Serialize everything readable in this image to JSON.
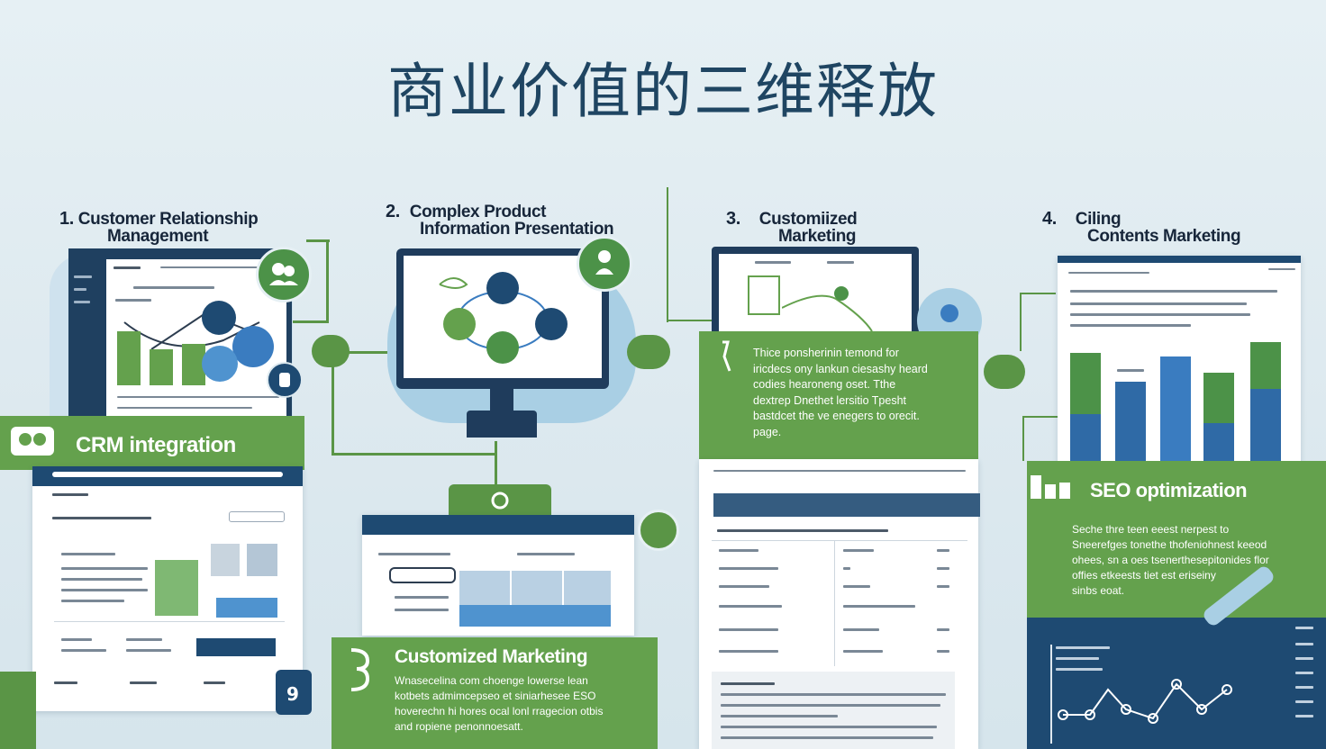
{
  "title": "商业价值的三维释放",
  "steps": [
    {
      "num": "1.",
      "line1": "Customer Relationship",
      "line2": "Management"
    },
    {
      "num": "2.",
      "line1": "Complex Product",
      "line2": "Information Presentation"
    },
    {
      "num": "3.",
      "line1": "Customiized",
      "line2": "Marketing"
    },
    {
      "num": "4.",
      "line1": "Ciling",
      "line2": "Contents Marketing"
    }
  ],
  "banners": {
    "crm": "CRM integration",
    "customized": "Customized Marketing",
    "seo": "SEO optimization"
  },
  "paragraphs": {
    "p3": [
      "Thice ponsherinin temond for",
      "iricdecs ony lankun ciesashy heard",
      "codies hearoneng oset. Tthe",
      "dextrep Dnethet lersitio Tpesht",
      "bastdcet the ve enegers to orecit.",
      "page."
    ],
    "customized": [
      "Wnasecelina com choenge lowerse lean",
      "kotbets admimcepseo et siniarhesee ESO",
      "hoverechn hi hores ocal lonl rragecion otbis",
      "and ropiene penonnoesatt."
    ],
    "seo": [
      "Seche thre teen eeest nerpest to",
      "Sneerefges tonethe thofeniohnest keeod",
      "ohees, sn a oes tsenerthesepitonides flor",
      "offies etkeests tiet est eriseiny",
      "sinbs eoat."
    ]
  },
  "colors": {
    "green": "#64a14d",
    "navy": "#1e4a72",
    "blue": "#3a7cc0",
    "title": "#1f4562"
  },
  "icons": [
    "people-icon",
    "person-icon",
    "tag-icon",
    "chart-icon",
    "monitor-icon",
    "pen-icon",
    "bracket-icon"
  ]
}
